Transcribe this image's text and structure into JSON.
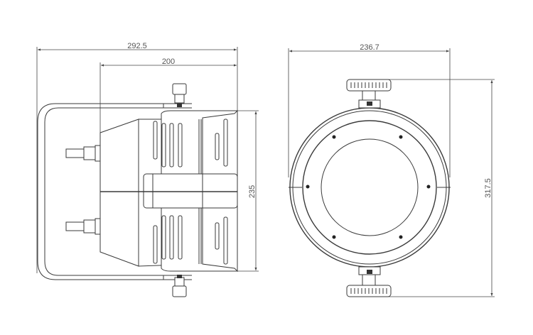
{
  "side_view": {
    "overall_length": "292.5",
    "body_length": "200",
    "height": "235"
  },
  "front_view": {
    "width": "236.7",
    "overall_height": "317.5"
  },
  "colors": {
    "line": "#3a3a3a",
    "background": "#ffffff"
  }
}
